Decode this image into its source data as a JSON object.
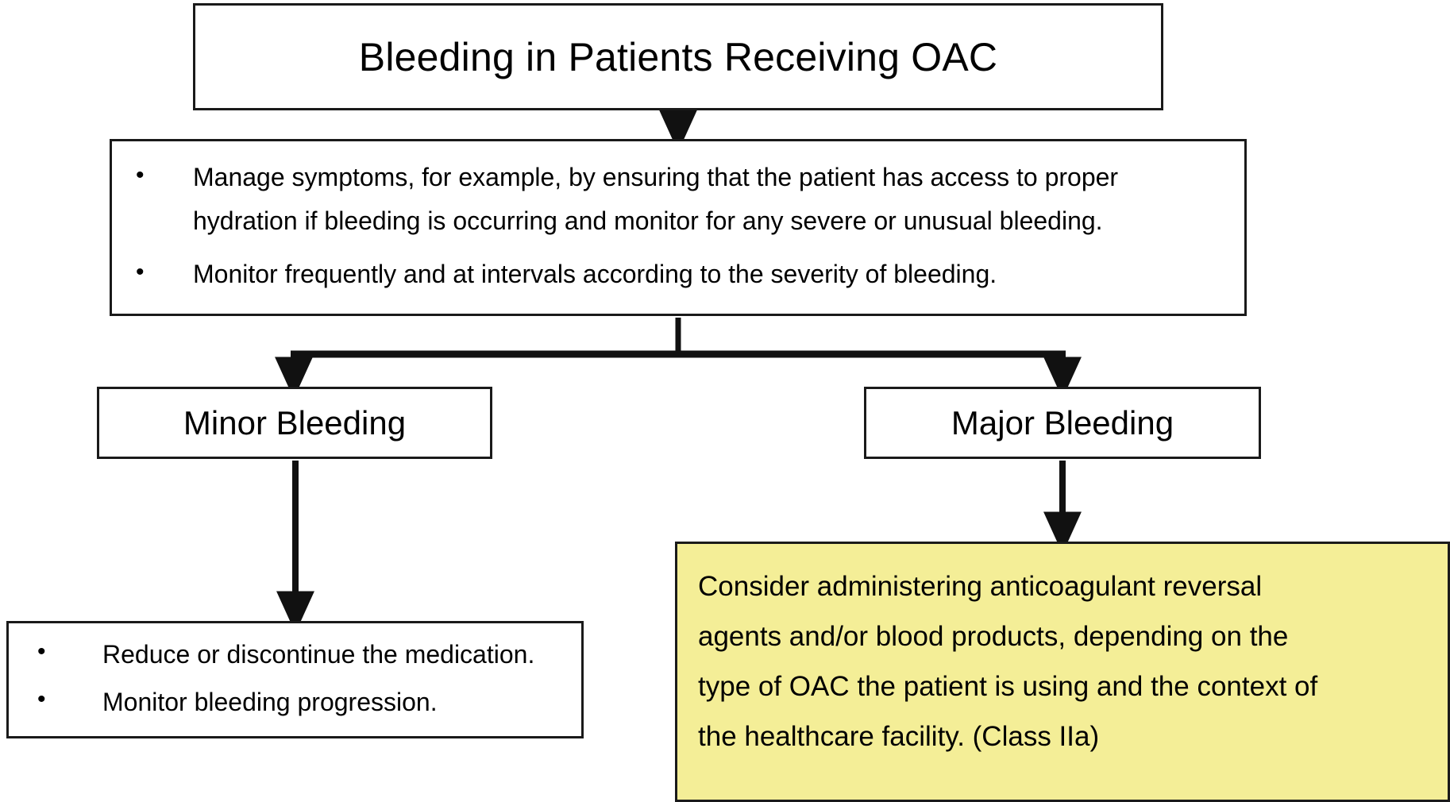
{
  "diagram": {
    "title_node": {
      "label": "Bleeding in Patients Receiving OAC"
    },
    "manage_node": {
      "bullet_glyph": "•",
      "items": [
        "Manage symptoms, for example, by ensuring that the patient has access to proper hydration if bleeding is occurring and monitor for any severe or unusual bleeding.",
        "Monitor frequently and at intervals according to the severity of bleeding."
      ]
    },
    "branches": {
      "minor": {
        "label": "Minor Bleeding"
      },
      "major": {
        "label": "Major Bleeding"
      }
    },
    "minor_actions_node": {
      "bullet_glyph": "•",
      "items": [
        "Reduce or discontinue the medication.",
        "Monitor bleeding progression."
      ]
    },
    "reversal_node": {
      "text": "Consider administering anticoagulant reversal agents and/or blood products, depending on the type of OAC the patient is using and the context of the healthcare facility. (Class IIa)",
      "fill_color": "#F4EE97"
    },
    "colors": {
      "stroke": "#1a1a1a",
      "background": "#ffffff",
      "highlight": "#F4EE97"
    }
  }
}
